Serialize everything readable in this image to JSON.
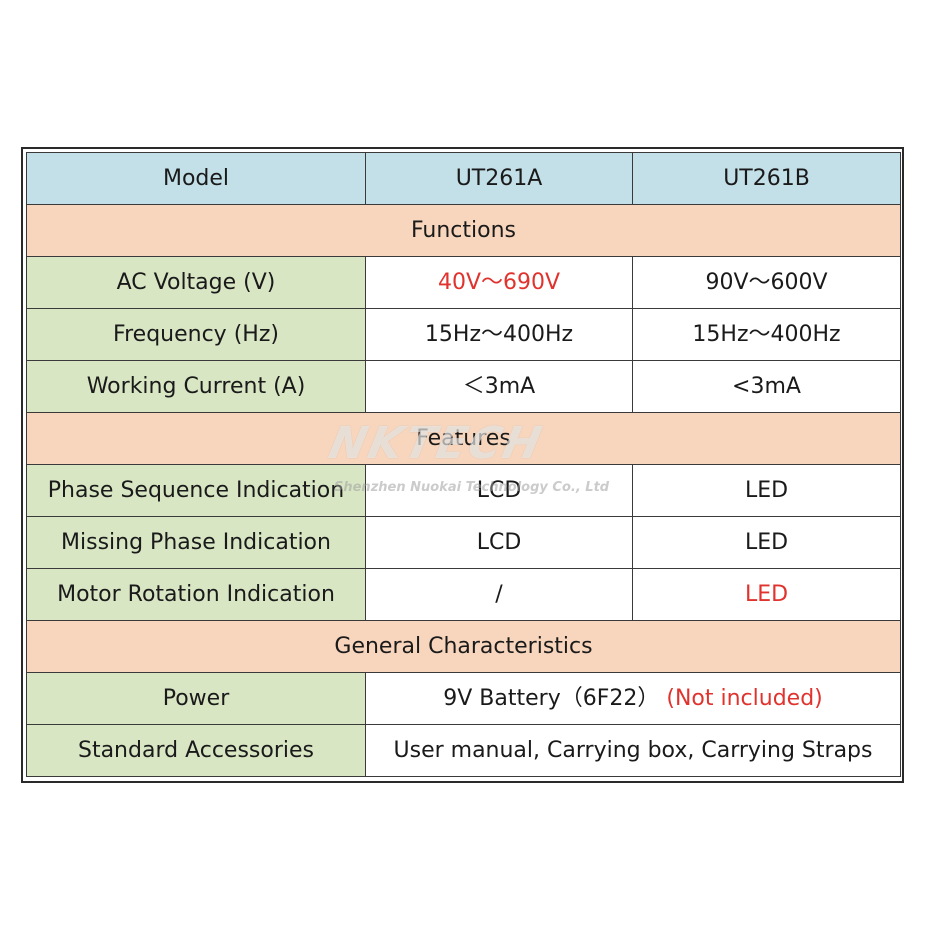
{
  "table": {
    "header": {
      "label": "Model",
      "col_a": "UT261A",
      "col_b": "UT261B"
    },
    "sections": [
      {
        "title": "Functions",
        "rows": [
          {
            "label": "AC Voltage (V)",
            "a": "40V～690V",
            "b": "90V～600V"
          },
          {
            "label": "Frequency (Hz)",
            "a": "15Hz～400Hz",
            "b": "15Hz～400Hz"
          },
          {
            "label": "Working Current (A)",
            "a": "＜3mA",
            "b": "<3mA"
          }
        ]
      },
      {
        "title": "Features",
        "rows": [
          {
            "label": "Phase Sequence Indication",
            "a": "LCD",
            "b": "LED"
          },
          {
            "label": "Missing Phase Indication",
            "a": "LCD",
            "b": "LED"
          },
          {
            "label": "Motor Rotation Indication",
            "a": "/",
            "b": "LED"
          }
        ]
      },
      {
        "title": "General Characteristics",
        "rows": [
          {
            "label": "Power",
            "value": "9V Battery（6F22）",
            "note": "(Not included)"
          },
          {
            "label": "Standard Accessories",
            "value": "User manual, Carrying box, Carrying Straps"
          }
        ]
      }
    ]
  },
  "watermark": {
    "logo": "NKTECH",
    "company": "Shenzhen Nuokai Technology Co., Ltd"
  },
  "colors": {
    "header_bg": "#c3dfe8",
    "section_bg": "#f8d6bd",
    "label_bg": "#d8e6c4",
    "highlight": "#e0332e"
  }
}
